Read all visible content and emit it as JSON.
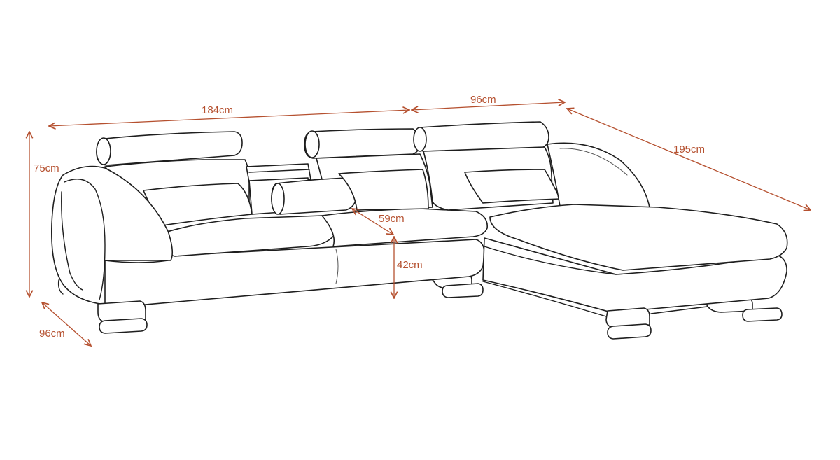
{
  "accent_color": "#b5502f",
  "dimensions": {
    "left_width": "184cm",
    "right_width": "96cm",
    "chaise_length": "195cm",
    "height": "75cm",
    "depth": "96cm",
    "seat_depth": "59cm",
    "seat_height": "42cm"
  }
}
